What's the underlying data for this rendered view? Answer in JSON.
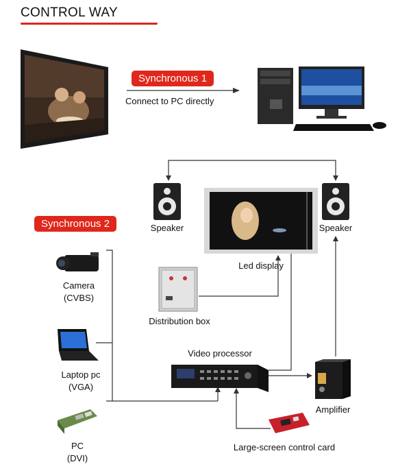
{
  "header": {
    "title": "CONTROL WAY"
  },
  "sync1": {
    "badge": "Synchronous 1",
    "caption": "Connect to PC directly"
  },
  "sync2": {
    "badge": "Synchronous 2"
  },
  "devices": {
    "speaker_left": "Speaker",
    "speaker_right": "Speaker",
    "led_display": "Led display",
    "distribution_box": "Distribution box",
    "video_processor": "Video processor",
    "amplifier": "Amplifier",
    "control_card": "Large-screen control card",
    "camera": {
      "name": "Camera",
      "port": "(CVBS)"
    },
    "laptop": {
      "name": "Laptop pc",
      "port": "(VGA)"
    },
    "pc": {
      "name": "PC",
      "port": "(DVI)"
    }
  },
  "colors": {
    "accent": "#e0271b",
    "line": "#333333"
  },
  "icons": [
    "led-wall-icon",
    "desktop-pc-icon",
    "speaker-icon",
    "led-display-icon",
    "distribution-box-icon",
    "camera-icon",
    "laptop-icon",
    "pc-card-icon",
    "video-processor-icon",
    "amplifier-icon",
    "control-card-icon"
  ]
}
